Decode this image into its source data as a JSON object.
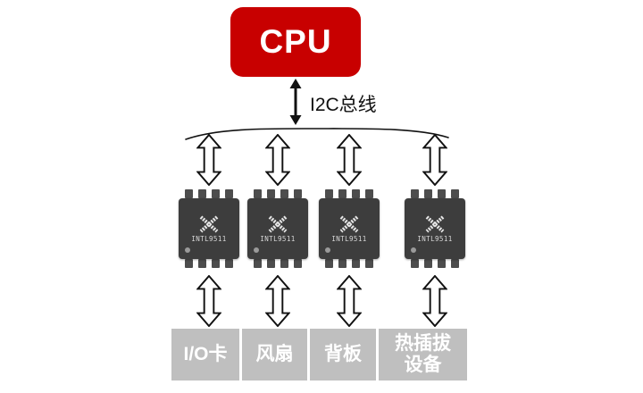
{
  "diagram": {
    "cpu_label": "CPU",
    "bus_label": "I2C总线",
    "chips": [
      {
        "label": "INTL9511"
      },
      {
        "label": "INTL9511"
      },
      {
        "label": "INTL9511"
      },
      {
        "label": "INTL9511"
      }
    ],
    "devices": [
      {
        "label": "I/O卡"
      },
      {
        "label": "风扇"
      },
      {
        "label": "背板"
      },
      {
        "label": "热插拔\n设备"
      }
    ],
    "colors": {
      "cpu_red": "#c80000",
      "chip_body": "#3d3d3d",
      "device_gray": "#bfbfbf"
    }
  }
}
